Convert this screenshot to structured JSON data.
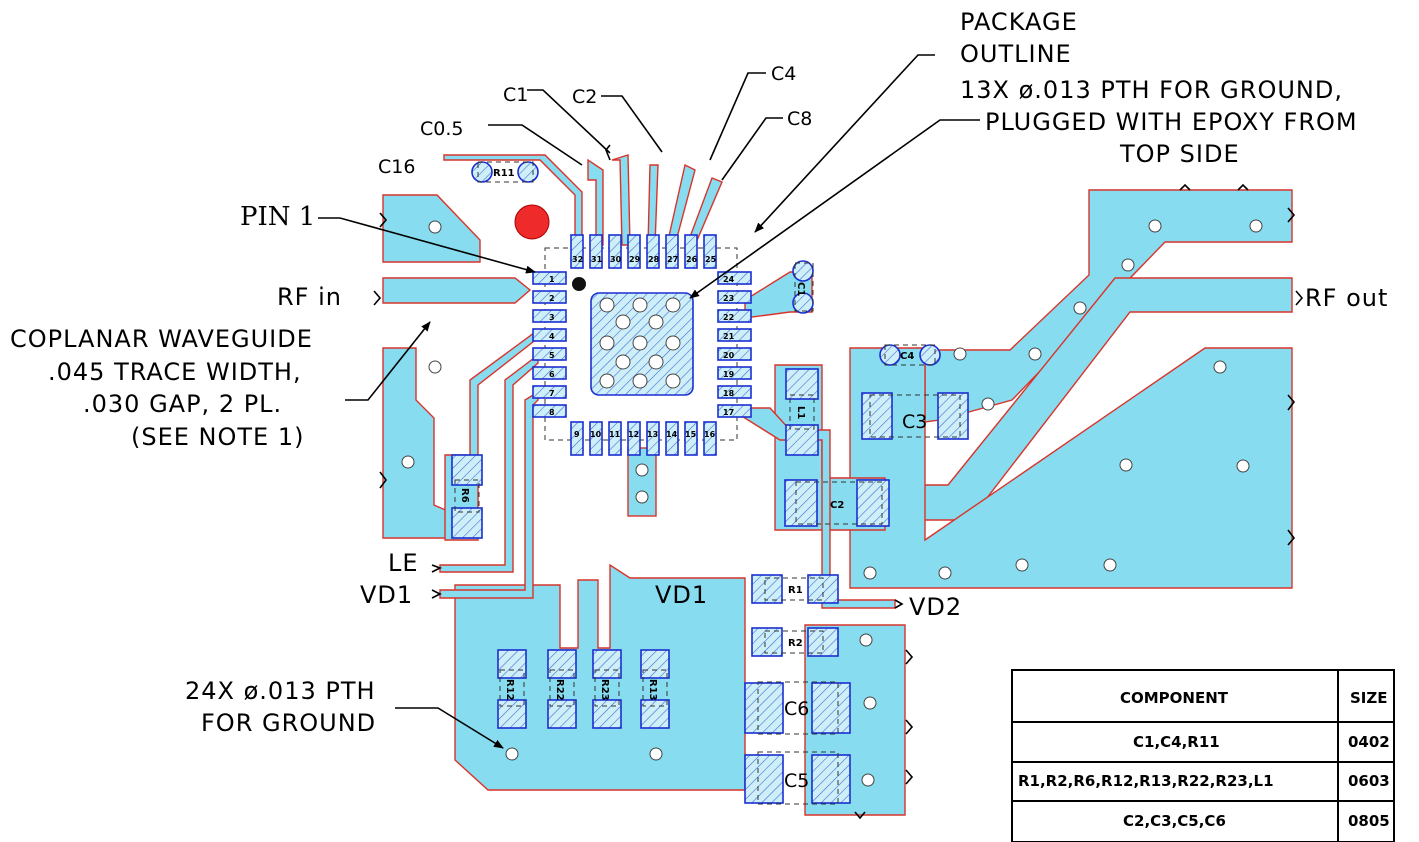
{
  "labels": {
    "package_outline_1": "PACKAGE",
    "package_outline_2": "OUTLINE",
    "pth_note_1": "13X ø.013 PTH FOR GROUND,",
    "pth_note_2": "PLUGGED WITH EPOXY FROM",
    "pth_note_3": "TOP SIDE",
    "pin1": "PIN 1",
    "rf_in": "RF in",
    "rf_out": "RF out",
    "cpw_1": "COPLANAR WAVEGUIDE",
    "cpw_2": ".045 TRACE WIDTH,",
    "cpw_3": ".030 GAP, 2 PL.",
    "cpw_4": "(SEE NOTE 1)",
    "le": "LE",
    "vd1_left": "VD1",
    "vd1_center": "VD1",
    "vd2": "VD2",
    "gnd_pth_1": "24X ø.013 PTH",
    "gnd_pth_2": "FOR GROUND"
  },
  "cap_labels": {
    "c1": "C1",
    "c2": "C2",
    "c0_5": "C0.5",
    "c4": "C4",
    "c8": "C8",
    "c16": "C16"
  },
  "refdes": {
    "r11": "R11",
    "c1": "C1",
    "c4": "C4",
    "c3": "C3",
    "l1": "L1",
    "c2": "C2",
    "r6": "R6",
    "r1": "R1",
    "r2": "R2",
    "c6": "C6",
    "c5": "C5",
    "r12": "R12",
    "r22": "R22",
    "r23": "R23",
    "r13": "R13"
  },
  "pins": {
    "left": [
      "1",
      "2",
      "3",
      "4",
      "5",
      "6",
      "7",
      "8"
    ],
    "bottom": [
      "9",
      "10",
      "11",
      "12",
      "13",
      "14",
      "15",
      "16"
    ],
    "right": [
      "17",
      "18",
      "19",
      "20",
      "21",
      "22",
      "23",
      "24"
    ],
    "top": [
      "25",
      "26",
      "27",
      "28",
      "29",
      "30",
      "31",
      "32"
    ]
  },
  "table": {
    "headers": [
      "COMPONENT",
      "SIZE"
    ],
    "rows": [
      {
        "component": "C1,C4,R11",
        "size": "0402"
      },
      {
        "component": "R1,R2,R6,R12,R13,R22,R23,L1",
        "size": "0603"
      },
      {
        "component": "C2,C3,C5,C6",
        "size": "0805"
      }
    ]
  },
  "colors": {
    "copper": "#87dcef",
    "outline": "#d9342b",
    "pad_outline": "#1b2fd0"
  }
}
